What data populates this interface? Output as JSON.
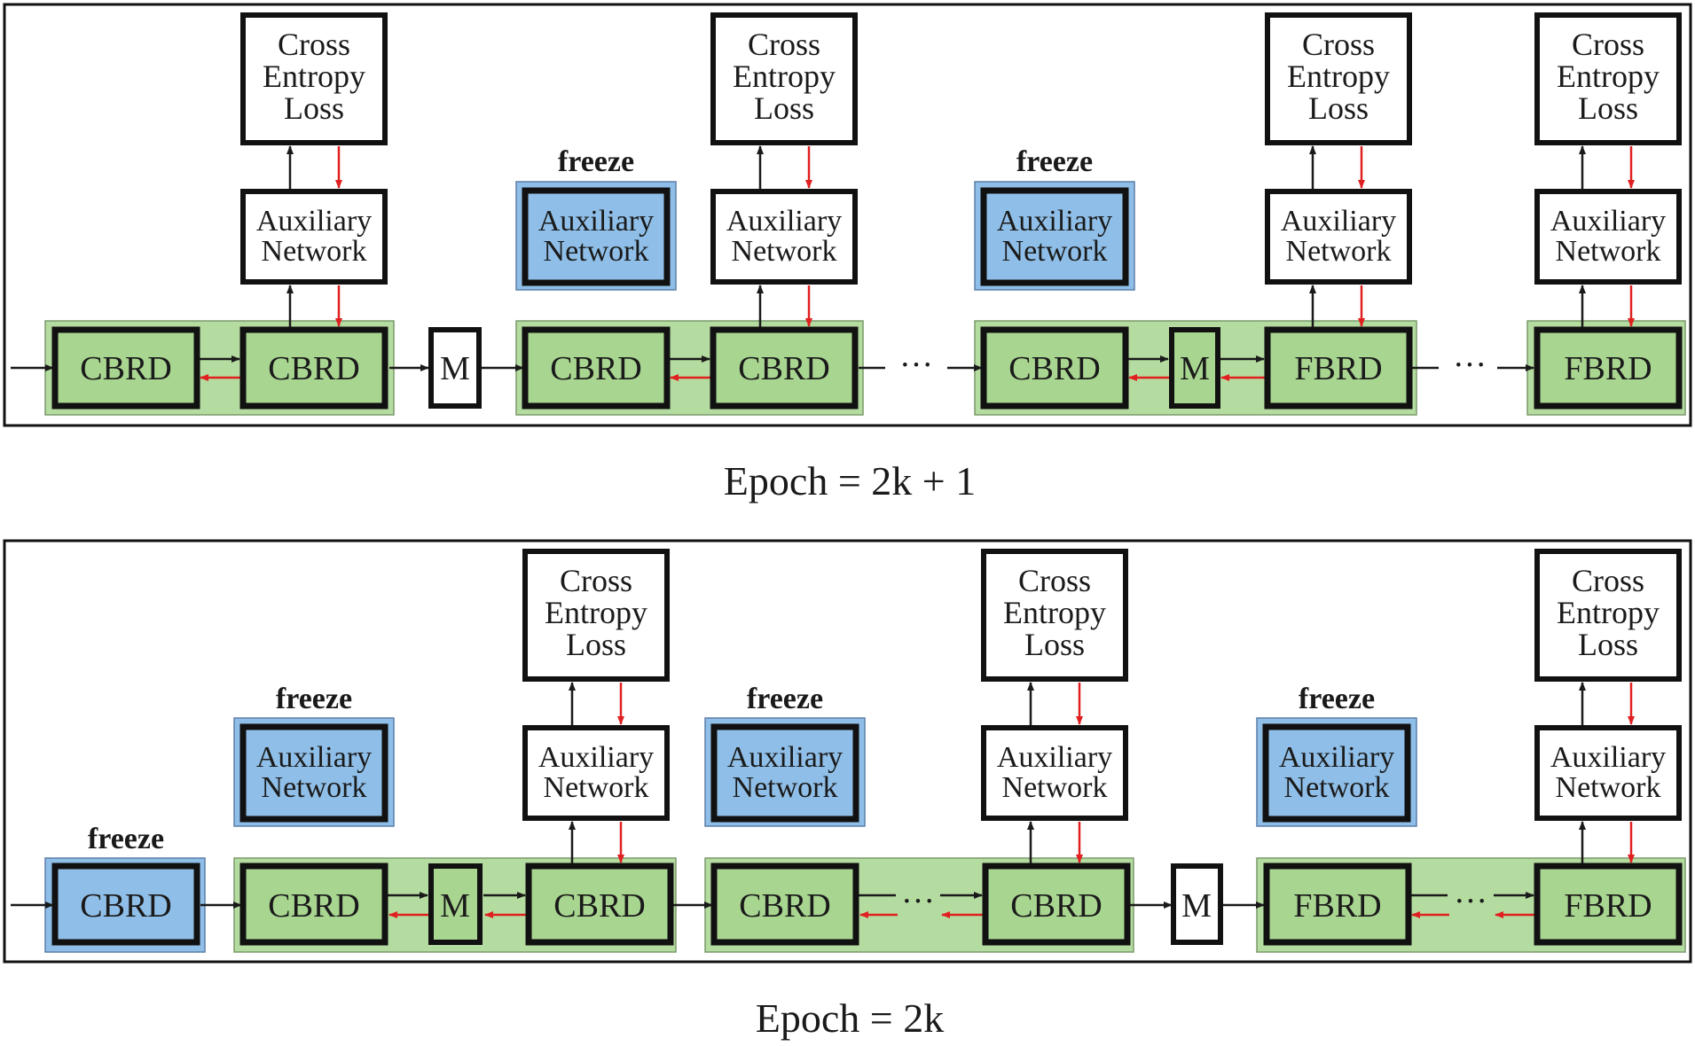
{
  "panels": [
    {
      "caption": "Epoch = 2k + 1",
      "items": [
        {
          "kind": "block",
          "label": "CBRD",
          "frozen": false
        },
        {
          "kind": "block",
          "label": "CBRD",
          "frozen": false
        },
        {
          "kind": "merge",
          "label": "M"
        },
        {
          "kind": "block",
          "label": "CBRD",
          "frozen": false
        },
        {
          "kind": "block",
          "label": "CBRD",
          "frozen": false
        },
        {
          "kind": "ellipsis",
          "label": "···"
        },
        {
          "kind": "block",
          "label": "CBRD",
          "frozen": false
        },
        {
          "kind": "merge",
          "label": "M"
        },
        {
          "kind": "block",
          "label": "FBRD",
          "frozen": false
        },
        {
          "kind": "ellipsis",
          "label": "···"
        },
        {
          "kind": "block",
          "label": "FBRD",
          "frozen": false
        }
      ],
      "auxiliary": [
        {
          "label": "Auxiliary\nNetwork",
          "frozen": false,
          "loss": "Cross\nEntropy\nLoss"
        },
        {
          "label": "Auxiliary\nNetwork",
          "frozen": true,
          "freeze_label": "freeze"
        },
        {
          "label": "Auxiliary\nNetwork",
          "frozen": false,
          "loss": "Cross\nEntropy\nLoss"
        },
        {
          "label": "Auxiliary\nNetwork",
          "frozen": true,
          "freeze_label": "freeze"
        },
        {
          "label": "Auxiliary\nNetwork",
          "frozen": false,
          "loss": "Cross\nEntropy\nLoss"
        },
        {
          "label": "Auxiliary\nNetwork",
          "frozen": false,
          "loss": "Cross\nEntropy\nLoss"
        }
      ]
    },
    {
      "caption": "Epoch = 2k",
      "items": [
        {
          "kind": "block",
          "label": "CBRD",
          "frozen": true,
          "freeze_label": "freeze"
        },
        {
          "kind": "block",
          "label": "CBRD",
          "frozen": false
        },
        {
          "kind": "merge",
          "label": "M"
        },
        {
          "kind": "block",
          "label": "CBRD",
          "frozen": false
        },
        {
          "kind": "block",
          "label": "CBRD",
          "frozen": false
        },
        {
          "kind": "ellipsis",
          "label": "···"
        },
        {
          "kind": "block",
          "label": "CBRD",
          "frozen": false
        },
        {
          "kind": "merge",
          "label": "M"
        },
        {
          "kind": "block",
          "label": "FBRD",
          "frozen": false
        },
        {
          "kind": "ellipsis",
          "label": "···"
        },
        {
          "kind": "block",
          "label": "FBRD",
          "frozen": false
        }
      ],
      "auxiliary": [
        {
          "label": "Auxiliary\nNetwork",
          "frozen": true,
          "freeze_label": "freeze"
        },
        {
          "label": "Auxiliary\nNetwork",
          "frozen": false,
          "loss": "Cross\nEntropy\nLoss"
        },
        {
          "label": "Auxiliary\nNetwork",
          "frozen": true,
          "freeze_label": "freeze"
        },
        {
          "label": "Auxiliary\nNetwork",
          "frozen": false,
          "loss": "Cross\nEntropy\nLoss"
        },
        {
          "label": "Auxiliary\nNetwork",
          "frozen": true,
          "freeze_label": "freeze"
        },
        {
          "label": "Auxiliary\nNetwork",
          "frozen": false,
          "loss": "Cross\nEntropy\nLoss"
        }
      ]
    }
  ],
  "colors": {
    "frozen_fill": "#8fbfe8",
    "group_fill": "#b5dca0",
    "block_fill": "#a8d590",
    "forward_arrow": "#1a1a1a",
    "backward_arrow": "#e02020",
    "box_border": "#111111"
  }
}
